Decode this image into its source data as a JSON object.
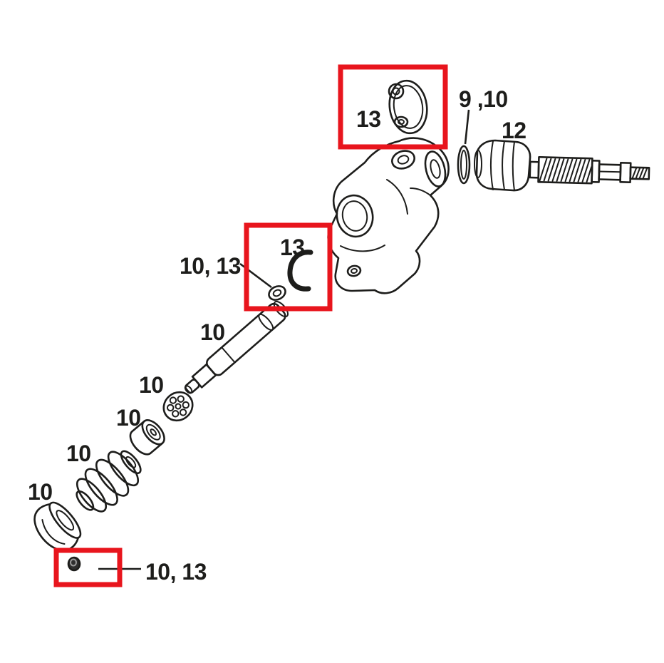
{
  "figure": {
    "kind": "exploded-parts-diagram",
    "background": "#ffffff",
    "line_color": "#1d1d1b",
    "label_color": "#1d1d1b",
    "highlight_color": "#e8151d"
  },
  "callouts": {
    "seal_kit_top": "13",
    "snap_ring": "9 ,10",
    "adjuster_knob": "12",
    "retainer_clip": "13",
    "clip_washer": "10, 13",
    "shaft": "10",
    "bearing": "10",
    "bushing": "10",
    "bumper": "10",
    "end_cap": "10",
    "set_screw": "10, 13"
  }
}
